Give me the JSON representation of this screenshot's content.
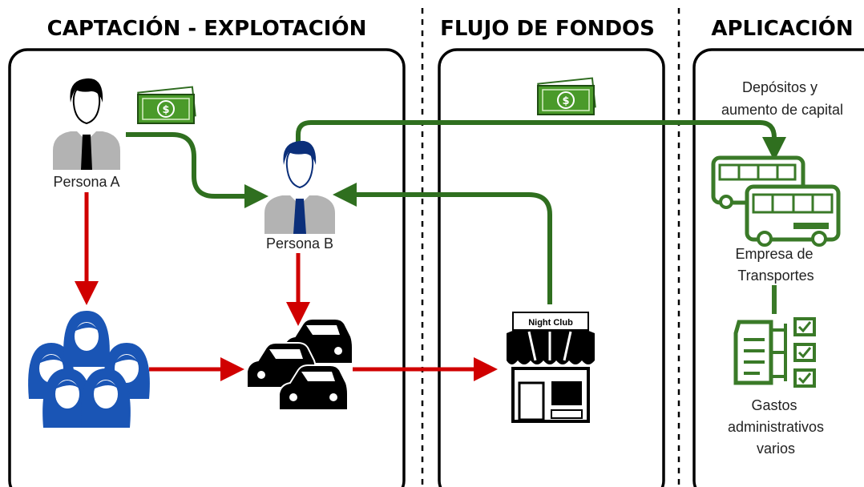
{
  "sections": {
    "captacion": "CAPTACIÓN - EXPLOTACIÓN",
    "flujo": "FLUJO DE FONDOS",
    "aplicacion": "APLICACIÓN"
  },
  "nodes": {
    "persona_a": "Persona A",
    "persona_b": "Persona B",
    "night_club": "Night Club",
    "depositos_line1": "Depósitos y",
    "depositos_line2": "aumento de capital",
    "empresa_line1": "Empresa de",
    "empresa_line2": "Transportes",
    "gastos_line1": "Gastos",
    "gastos_line2": "administrativos",
    "gastos_line3": "varios"
  },
  "icons": {
    "money": "$"
  },
  "colors": {
    "red_arrow": "#d00000",
    "green_arrow": "#2f6f1f",
    "people_blue": "#1a55b5",
    "bus_green": "#3a7a28",
    "shirt_gray": "#b3b3b3"
  }
}
